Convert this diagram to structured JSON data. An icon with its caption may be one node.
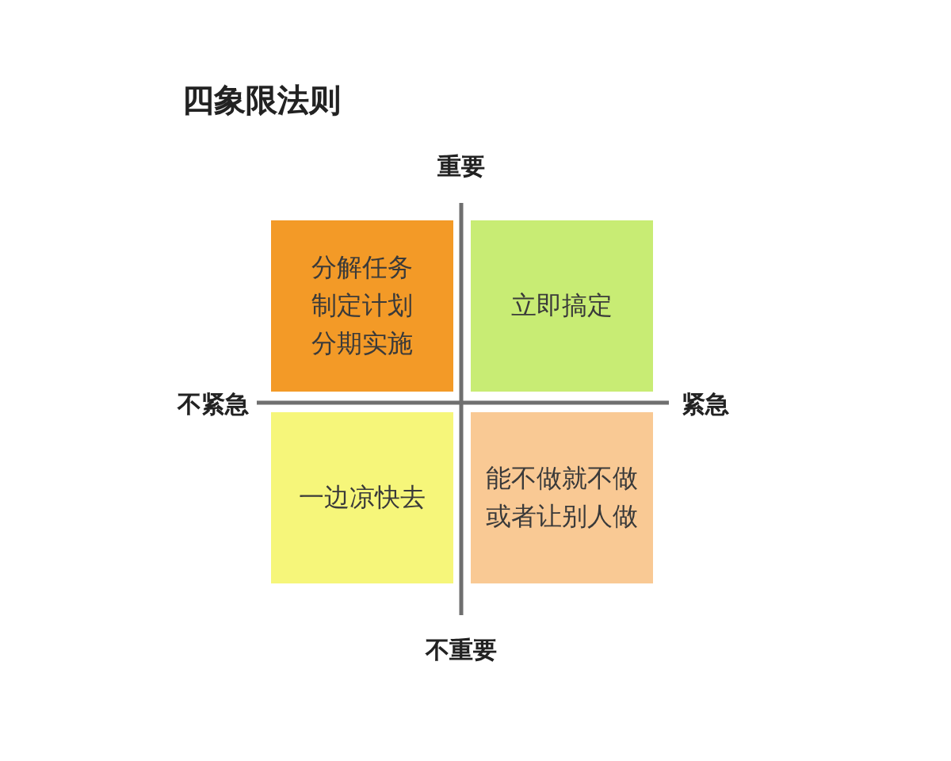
{
  "diagram": {
    "title": "四象限法则",
    "nodes": [
      {
        "text": [
          "分解任务",
          "制定计划",
          "分期实施"
        ]
      },
      {
        "text": [
          "立即搞定"
        ]
      },
      {
        "text": [
          "一边凉快去"
        ]
      },
      {
        "text": [
          "能不做就不做",
          "或者让别人做"
        ]
      }
    ],
    "labels": [
      "重要",
      "不紧急",
      "紧急",
      "不重要"
    ]
  }
}
